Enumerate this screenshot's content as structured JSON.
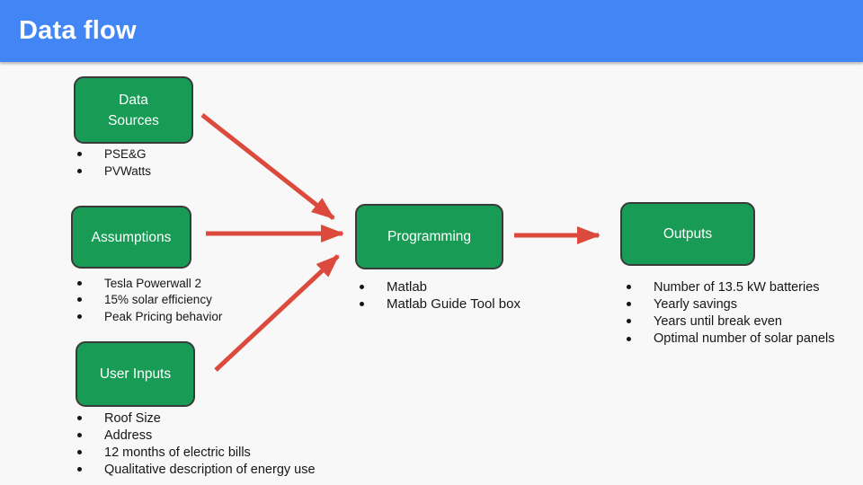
{
  "slide": {
    "title": "Data flow"
  },
  "theme": {
    "header_blue": "#4285f4",
    "node_green": "#189b55",
    "node_border": "#3a3a3a",
    "arrow_red": "#db4a3c",
    "background": "#f8f8f8",
    "text_dark": "#161616"
  },
  "diagram": {
    "nodes": [
      {
        "id": "data-sources",
        "label": "Data Sources",
        "bullets": [
          "PSE&G",
          "PVWatts"
        ]
      },
      {
        "id": "assumptions",
        "label": "Assumptions",
        "bullets": [
          "Tesla Powerwall 2",
          "15% solar efficiency",
          "Peak Pricing behavior"
        ]
      },
      {
        "id": "user-inputs",
        "label": "User Inputs",
        "bullets": [
          "Roof Size",
          "Address",
          "12 months of electric bills",
          "Qualitative description of energy use"
        ]
      },
      {
        "id": "programming",
        "label": "Programming",
        "bullets": [
          "Matlab",
          "Matlab Guide Tool box"
        ]
      },
      {
        "id": "outputs",
        "label": "Outputs",
        "bullets": [
          "Number of 13.5 kW batteries",
          "Yearly savings",
          "Years until break even",
          "Optimal number of solar panels"
        ]
      }
    ],
    "arrows": [
      {
        "from": "data-sources",
        "to": "programming"
      },
      {
        "from": "assumptions",
        "to": "programming"
      },
      {
        "from": "user-inputs",
        "to": "programming"
      },
      {
        "from": "programming",
        "to": "outputs"
      }
    ]
  }
}
